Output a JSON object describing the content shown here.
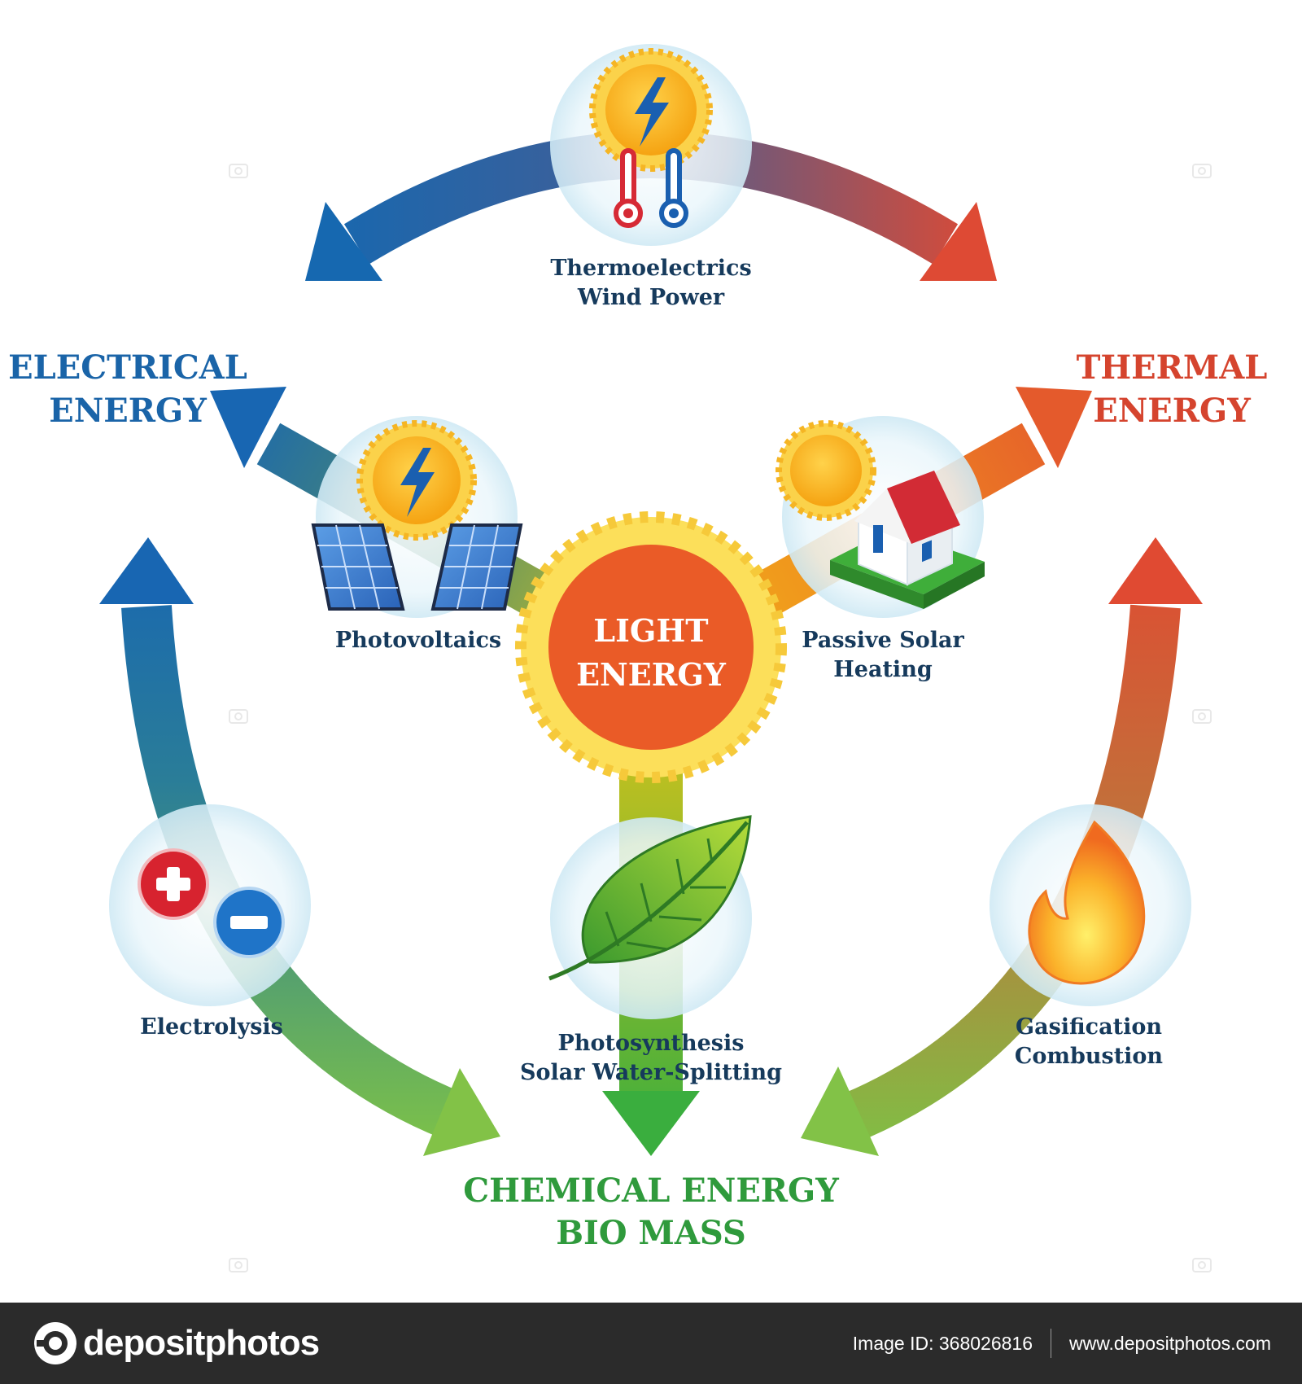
{
  "center": {
    "line1": "LIGHT",
    "line2": "ENERGY"
  },
  "outputs": {
    "electrical": {
      "line1": "ELECTRICAL",
      "line2": "ENERGY",
      "color": "#1a64a8"
    },
    "thermal": {
      "line1": "THERMAL",
      "line2": "ENERGY",
      "color": "#d5442e"
    },
    "chemical": {
      "line1": "CHEMICAL ENERGY",
      "line2": "BIO MASS",
      "color": "#2f9a3c"
    }
  },
  "processes": {
    "thermoelectrics": {
      "line1": "Thermoelectrics",
      "line2": "Wind Power"
    },
    "photovoltaics": {
      "line1": "Photovoltaics"
    },
    "passive_solar": {
      "line1": "Passive Solar",
      "line2": "Heating"
    },
    "electrolysis": {
      "line1": "Electrolysis"
    },
    "photosynthesis": {
      "line1": "Photosynthesis",
      "line2": "Solar Water-Splitting"
    },
    "gasification": {
      "line1": "Gasification",
      "line2": "Combustion"
    }
  },
  "label_color": "#163a5c",
  "icons": [
    "sun-bolt-icon",
    "thermometer-hot-icon",
    "thermometer-cold-icon",
    "solar-panel-icon",
    "house-icon",
    "plus-icon",
    "minus-icon",
    "leaf-icon",
    "flame-icon",
    "camera-icon"
  ],
  "footer": {
    "brand": "depositphotos",
    "image_id": "Image ID: 368026816",
    "website": "www.depositphotos.com"
  }
}
